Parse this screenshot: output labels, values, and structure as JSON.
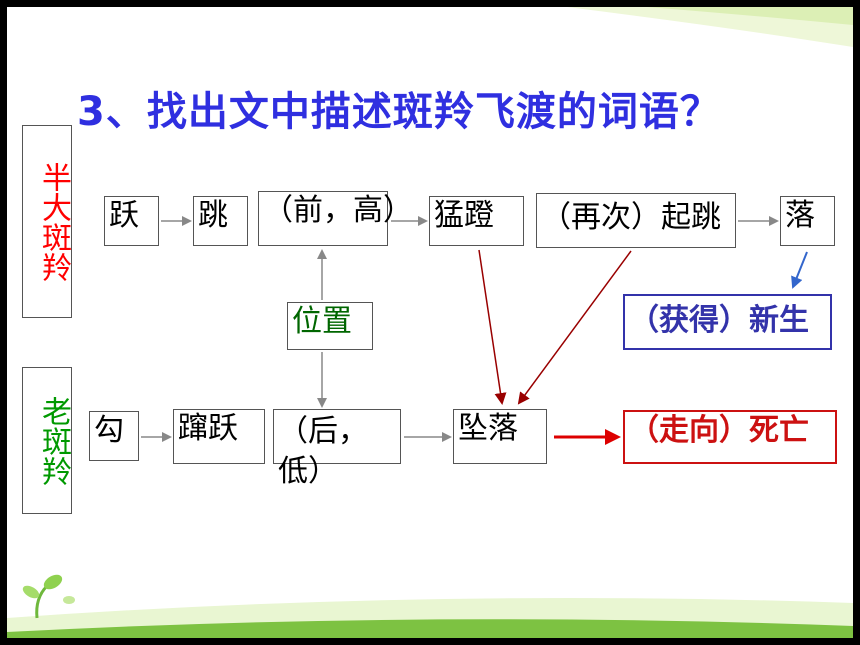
{
  "title": "3、找出文中描述斑羚飞渡的词语？",
  "young_group": {
    "label": "半大斑羚",
    "label_color": "#ff0000",
    "steps": [
      "跃",
      "跳",
      "（前，高）",
      "猛蹬",
      "（再次）起跳",
      "落"
    ],
    "outcome": "（获得）新生",
    "outcome_color": "#3333aa"
  },
  "middle": {
    "label": "位置",
    "color": "#006600"
  },
  "old_group": {
    "label": "老斑羚",
    "label_color": "#009900",
    "steps": [
      "勾",
      "蹿跃",
      "（后，低）",
      "坠落"
    ],
    "outcome": "（走向）死亡",
    "outcome_color": "#cc1111"
  },
  "colors": {
    "title": "#2f2fe0",
    "arrow_gray": "#888888",
    "arrow_red": "#990000",
    "arrow_blue": "#3366cc",
    "arrow_big_red": "#dd0000",
    "top_band": "#e8f5c8",
    "bottom_band": "#7dc242"
  }
}
